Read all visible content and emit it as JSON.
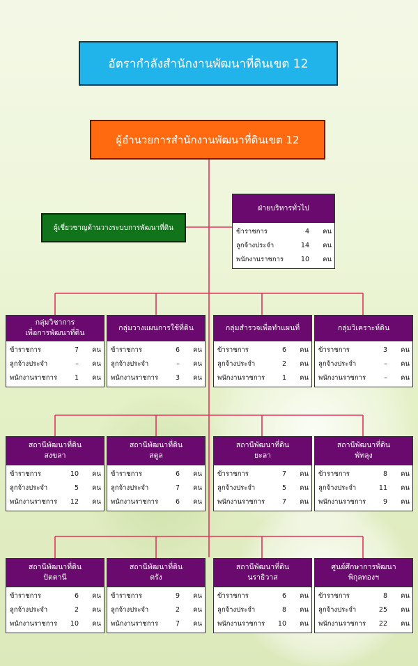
{
  "title": "อัตรากำลังสำนักงานพัฒนาที่ดินเขต 12",
  "director": "ผู้อำนวยการสำนักงานพัฒนาที่ดินเขต 12",
  "expert": "ผู้เชี่ยวชาญด้านวางระบบการพัฒนาที่ดิน",
  "unit_word": "คน",
  "row_labels": [
    "ข้าราชการ",
    "ลูกจ้างประจำ",
    "พนักงานราชการ"
  ],
  "admin": {
    "name": [
      "ฝ่ายบริหารทั่วไป"
    ],
    "values": [
      "4",
      "14",
      "10"
    ]
  },
  "groups": [
    {
      "name": [
        "กลุ่มวิชาการ",
        "เพื่อการพัฒนาที่ดิน"
      ],
      "values": [
        "7",
        "–",
        "1"
      ]
    },
    {
      "name": [
        "กลุ่มวางแผนการใช้ที่ดิน"
      ],
      "values": [
        "6",
        "–",
        "3"
      ]
    },
    {
      "name": [
        "กลุ่มสำรวจเพื่อทำแผนที่"
      ],
      "values": [
        "6",
        "2",
        "1"
      ]
    },
    {
      "name": [
        "กลุ่มวิเคราะห์ดิน"
      ],
      "values": [
        "3",
        "–",
        "–"
      ]
    }
  ],
  "stations1": [
    {
      "name": [
        "สถานีพัฒนาที่ดิน",
        "สงขลา"
      ],
      "values": [
        "10",
        "5",
        "12"
      ]
    },
    {
      "name": [
        "สถานีพัฒนาที่ดิน",
        "สตูล"
      ],
      "values": [
        "6",
        "7",
        "6"
      ]
    },
    {
      "name": [
        "สถานีพัฒนาที่ดิน",
        "ยะลา"
      ],
      "values": [
        "7",
        "5",
        "7"
      ]
    },
    {
      "name": [
        "สถานีพัฒนาที่ดิน",
        "พัทลุง"
      ],
      "values": [
        "8",
        "11",
        "9"
      ]
    }
  ],
  "stations2": [
    {
      "name": [
        "สถานีพัฒนาที่ดิน",
        "ปัตตานี"
      ],
      "values": [
        "6",
        "2",
        "10"
      ]
    },
    {
      "name": [
        "สถานีพัฒนาที่ดิน",
        "ตรัง"
      ],
      "values": [
        "9",
        "2",
        "7"
      ]
    },
    {
      "name": [
        "สถานีพัฒนาที่ดิน",
        "นราธิวาส"
      ],
      "values": [
        "6",
        "8",
        "10"
      ]
    },
    {
      "name": [
        "ศูนย์ศึกษาการพัฒนา",
        "พิกุลทองฯ"
      ],
      "values": [
        "8",
        "25",
        "22"
      ]
    }
  ],
  "colors": {
    "line": "#e8305e",
    "unit_head": "#6a0a6e",
    "title_bg": "#21b4ea",
    "director_bg": "#ff6a10",
    "expert_bg": "#11731a"
  }
}
